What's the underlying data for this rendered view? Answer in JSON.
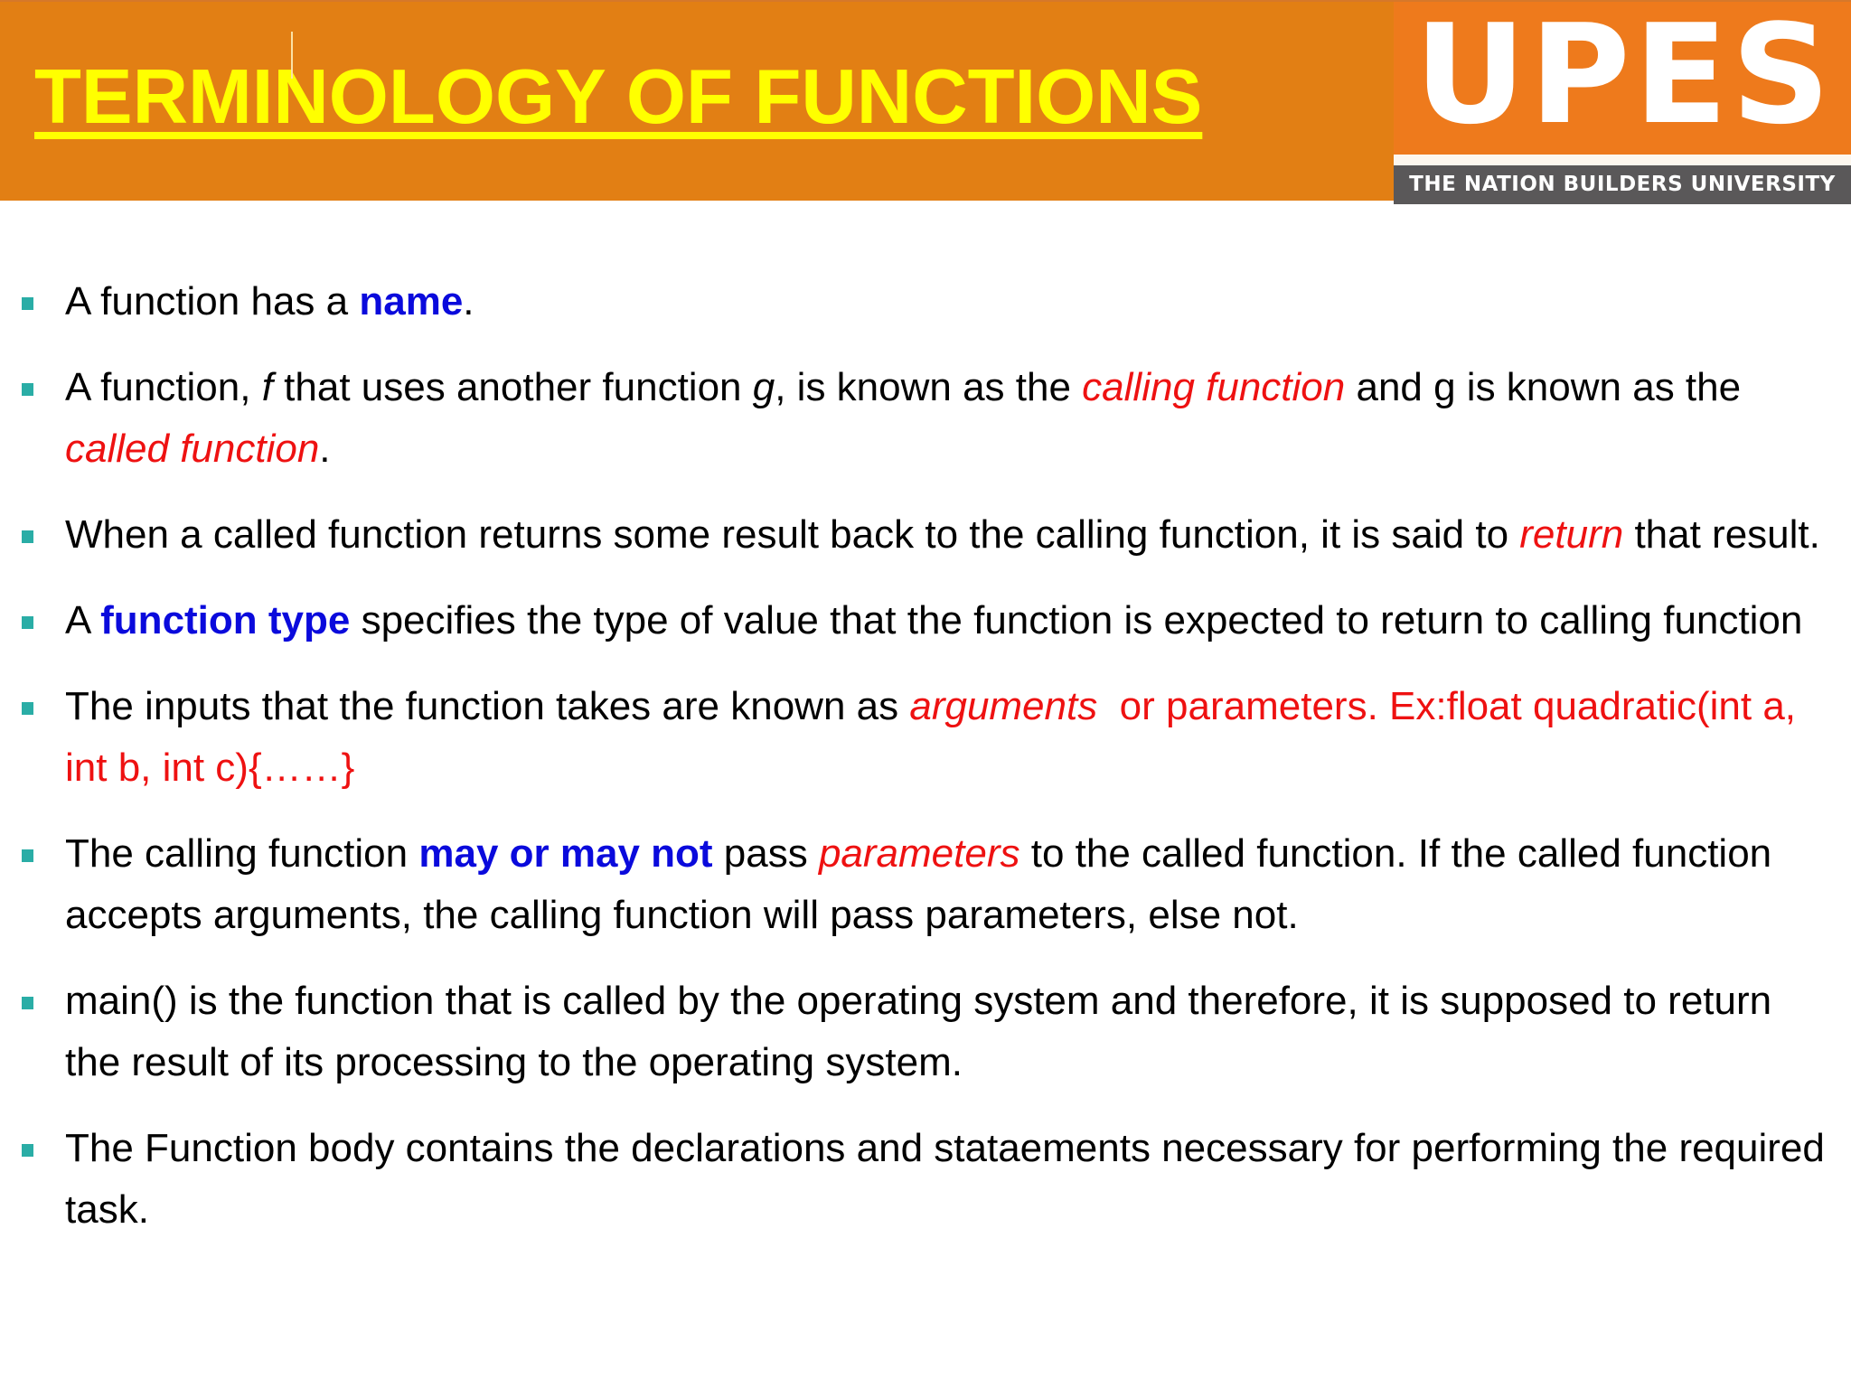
{
  "header": {
    "title": "TERMINOLOGY OF FUNCTIONS",
    "logo": {
      "name": "UPES",
      "tagline": "THE NATION BUILDERS UNIVERSITY"
    }
  },
  "colors": {
    "header_bg": "#e27f14",
    "title": "#ffff00",
    "bullet": "#2aada6",
    "emphasis_blue": "#0a0adc",
    "emphasis_red": "#ee1111"
  },
  "bullets": [
    {
      "p1": "A function has a ",
      "name": "name",
      "p2": "."
    },
    {
      "p1": "A function, ",
      "f": "f",
      "p2": " that uses another function ",
      "g": "g",
      "p3": ", is known as the ",
      "calling": "calling function",
      "p4": " and g is known as the ",
      "called": "called function",
      "p5": "."
    },
    {
      "p1": "When a called function returns some result back to the calling function, it is said to ",
      "ret": "return",
      "p2": " that result."
    },
    {
      "p1": "A ",
      "ftype": "function type",
      "p2": " specifies the type of value that the function is expected to return to calling function"
    },
    {
      "p1": "The inputs that the function takes are known as ",
      "args": "arguments",
      "p2": "  or parameters. Ex:float quadratic(int a, int b, int c){……}"
    },
    {
      "p1": "The calling function ",
      "may": "may or may not",
      "p2": " pass ",
      "params": "parameters",
      "p3": " to the called function. If the called function accepts arguments, the calling function will pass parameters, else not."
    },
    {
      "text": "main() is the function that is called by the operating system and therefore, it is supposed to return the result of its processing to the operating system."
    },
    {
      "text": "The Function body contains the declarations and stataements necessary for performing the required task."
    }
  ]
}
